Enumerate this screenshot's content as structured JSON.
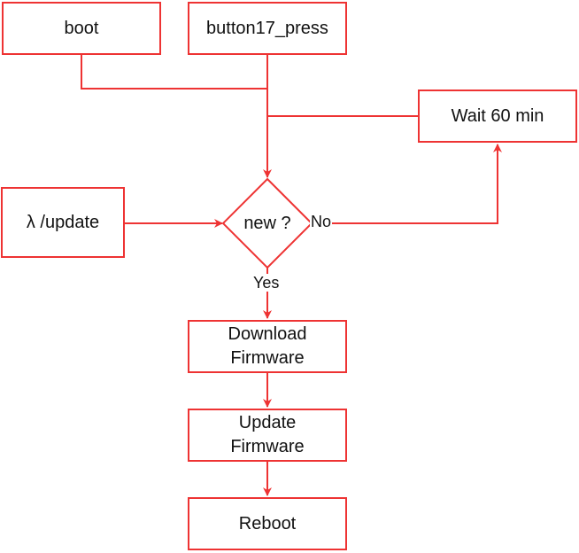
{
  "colors": {
    "stroke": "#ee3333",
    "text": "#111111",
    "background": "#ffffff"
  },
  "nodes": {
    "boot": "boot",
    "button17_press": "button17_press",
    "wait": "Wait 60 min",
    "lambda_update": "λ /update",
    "decision": "new ?",
    "download": [
      "Download",
      "Firmware"
    ],
    "update": [
      "Update",
      "Firmware"
    ],
    "reboot": "Reboot"
  },
  "edge_labels": {
    "no": "No",
    "yes": "Yes"
  }
}
